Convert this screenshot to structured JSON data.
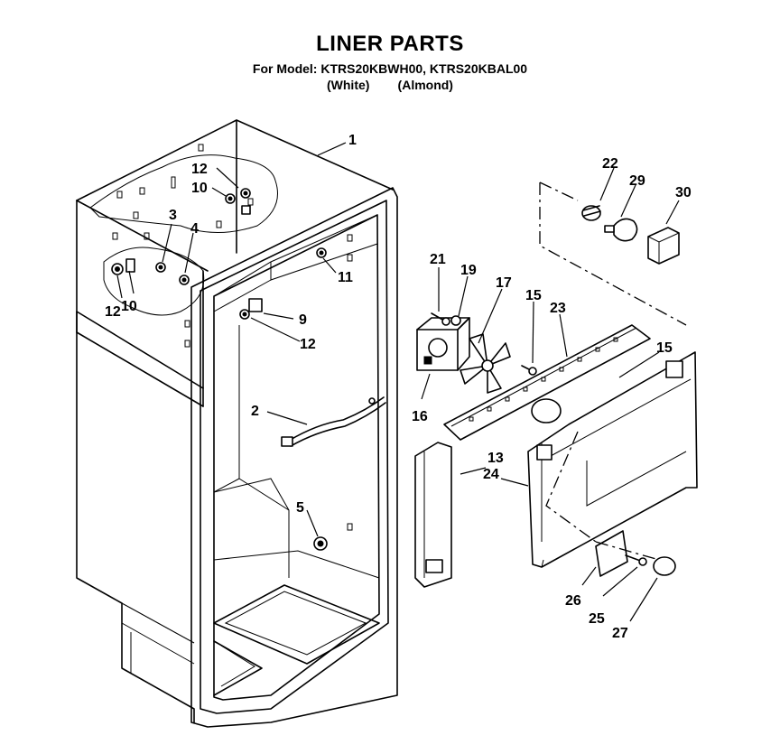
{
  "header": {
    "title": "LINER PARTS",
    "models": "For Model: KTRS20KBWH00, KTRS20KBAL00",
    "variants": "(White)        (Almond)"
  },
  "callouts": {
    "c1": "1",
    "c2": "2",
    "c3": "3",
    "c4": "4",
    "c5": "5",
    "c9": "9",
    "c10a": "10",
    "c10b": "10",
    "c11": "11",
    "c12a": "12",
    "c12b": "12",
    "c12c": "12",
    "c13": "13",
    "c15a": "15",
    "c15b": "15",
    "c16": "16",
    "c17": "17",
    "c19": "19",
    "c21": "21",
    "c22": "22",
    "c23": "23",
    "c24": "24",
    "c25": "25",
    "c26": "26",
    "c27": "27",
    "c29": "29",
    "c30": "30"
  }
}
